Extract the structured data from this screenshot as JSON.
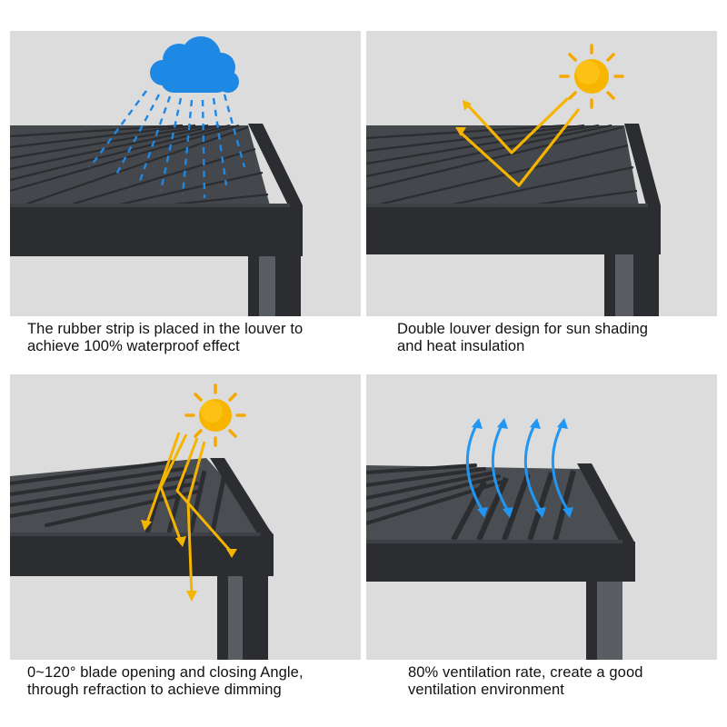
{
  "colors": {
    "panel_background": "#dcdcdc",
    "frame": "#2b2d30",
    "louver": "#3a3d41",
    "rain_cloud": "#1e88e5",
    "sun": "#f7b500",
    "sun_ray": "#f5a800",
    "light_arrow": "#f5b400",
    "air_arrow": "#2196f3"
  },
  "icons": [
    "cloud-icon",
    "sun-icon",
    "airflow-arrows-icon"
  ],
  "panels": [
    {
      "id": "waterproof",
      "icon": "cloud-icon",
      "caption": {
        "line1": "The rubber strip is placed in the louver to",
        "line2": "achieve 100% waterproof effect"
      }
    },
    {
      "id": "sun-shading",
      "icon": "sun-icon",
      "caption": {
        "line1": "Double louver design for sun shading",
        "line2": "and heat insulation"
      }
    },
    {
      "id": "dimming",
      "icon": "sun-icon",
      "caption": {
        "line1": "0~120° blade opening and closing Angle,",
        "line2": "through refraction to achieve dimming"
      }
    },
    {
      "id": "ventilation",
      "icon": "airflow-arrows-icon",
      "caption": {
        "line1": "80% ventilation rate, create a good",
        "line2": "ventilation environment"
      }
    }
  ]
}
